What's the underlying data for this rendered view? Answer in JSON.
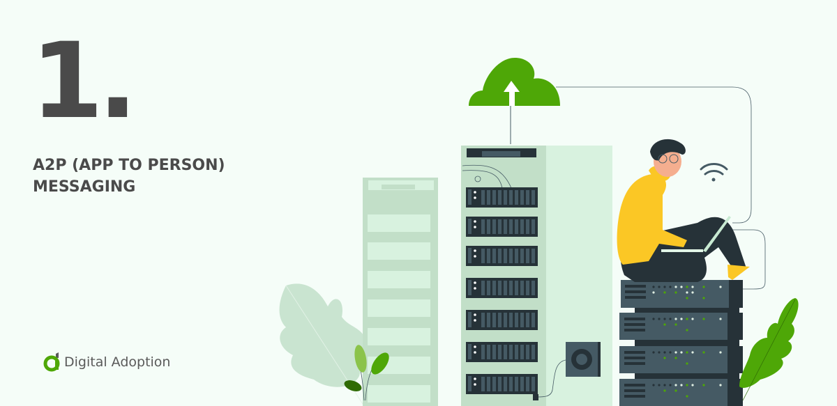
{
  "heading": {
    "number": "1.",
    "title_line1": "A2P (APP TO PERSON)",
    "title_line2": "MESSAGING"
  },
  "logo": {
    "text": "Digital Adoption"
  },
  "illustration": {
    "elements": [
      "cloud-upload-icon",
      "server-rack-faded",
      "server-rack-main",
      "server-stack",
      "person-with-laptop",
      "wifi-icon",
      "speaker-box",
      "leaf-large-faded",
      "leaf-sprout",
      "leaf-green"
    ],
    "colors": {
      "background": "#f5fdf8",
      "accent_green": "#4ea707",
      "server_dark": "#263238",
      "server_panel": "#455a64",
      "rack_light": "#c2dfc8",
      "rack_lighter": "#d8f2df",
      "hoodie_yellow": "#fbc725",
      "text_dark": "#4a4a4a"
    }
  }
}
